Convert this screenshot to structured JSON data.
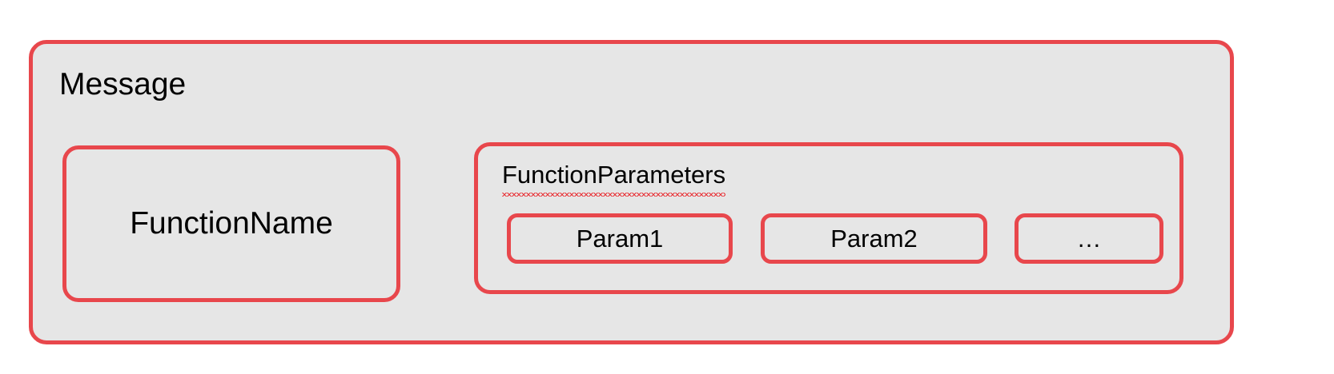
{
  "diagram": {
    "type": "nested-block-diagram",
    "background_color": "#ffffff",
    "box_fill_color": "#e6e6e6",
    "box_border_color": "#e8474c",
    "text_color": "#000000",
    "spellcheck_underline_color": "#e8373c",
    "message": {
      "title": "Message",
      "function_name": {
        "label": "FunctionName"
      },
      "function_parameters": {
        "title": "FunctionParameters",
        "has_spellcheck_underline": true,
        "params": [
          {
            "label": "Param1"
          },
          {
            "label": "Param2"
          },
          {
            "label": "…"
          }
        ]
      }
    }
  }
}
